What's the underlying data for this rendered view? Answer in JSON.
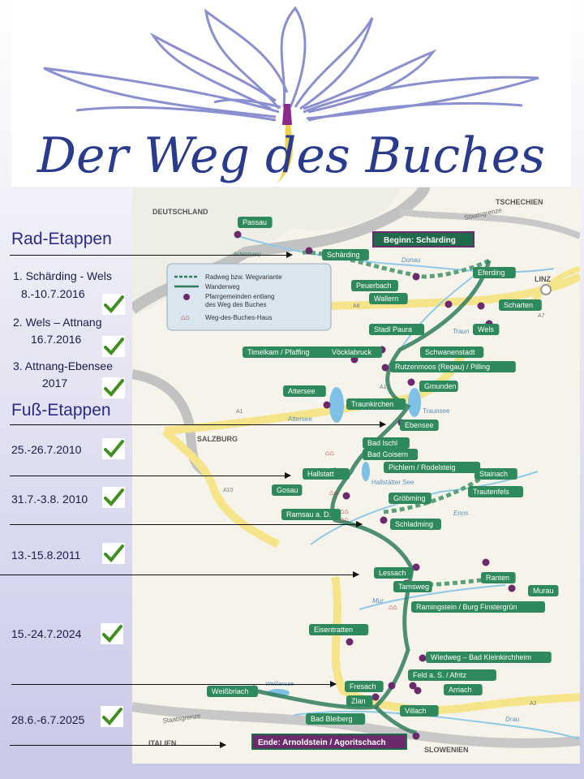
{
  "banner": {
    "title": "Der Weg des Buches"
  },
  "sidebar": {
    "rad_title": "Rad-Etappen",
    "rad_items": [
      {
        "line1": "1. Schärding - Wels",
        "line2": "8.-10.7.2016"
      },
      {
        "line1": "2. Wels – Attnang",
        "line2": "16.7.2016"
      },
      {
        "line1": "3. Attnang-Ebensee",
        "line2": "2017"
      }
    ],
    "fuss_title": "Fuß-Etappen",
    "fuss_items": [
      "25.-26.7.2010",
      "31.7.-3.8. 2010",
      "13.-15.8.2011",
      "15.-24.7.2024",
      "28.6.-6.7.2025"
    ]
  },
  "map": {
    "countries": [
      "DEUTSCHLAND",
      "TSCHECHIEN",
      "ITALIEN",
      "SLOWENIEN"
    ],
    "border_label": "Staatsgrenze",
    "rivers": [
      "Donau",
      "Traun",
      "Enns",
      "Mur",
      "Drau",
      "Weißensee"
    ],
    "lakes": [
      "Attersee",
      "Traunsee",
      "Hallstätter See"
    ],
    "cities": [
      "LINZ",
      "SALZBURG"
    ],
    "motorways": [
      "A8",
      "A7",
      "A1",
      "A1",
      "A10",
      "A2"
    ],
    "anfahrtsweg": "Anfahrtsweg",
    "legend": {
      "radweg": "Radweg bzw. Wegvariante",
      "wanderweg": "Wanderweg",
      "pfarrgemeinden_1": "Pfarrgemeinden entlang",
      "pfarrgemeinden_2": "des Weg des Buches",
      "haus": "Weg-des-Buches-Haus"
    },
    "start": "Beginn: Schärding",
    "end": "Ende: Arnoldstein / Agoritschach",
    "places": [
      "Passau",
      "Schärding",
      "Eferding",
      "Peuerbach",
      "Wallern",
      "Scharten",
      "Wels",
      "Stadl Paura",
      "Schwanenstadt",
      "Timelkam / Pfaffing",
      "Vöcklabruck",
      "Rutzenmoos (Regau) / Pilling",
      "Gmunden",
      "Attersee",
      "Traunkirchen",
      "Ebensee",
      "Bad Ischl",
      "Bad Goisern",
      "Pichlern / Rodelsteig",
      "Hallstatt",
      "Stainach",
      "Trautenfels",
      "Gosau",
      "Gröbming",
      "Ramsau a. D.",
      "Schladming",
      "Lessach",
      "Ranten",
      "Tamsweg",
      "Murau",
      "Ramingstein / Burg Finstergrün",
      "Eisentratten",
      "Wiedweg – Bad Kleinkirchheim",
      "Feld a. S. / Afritz",
      "Fresach",
      "Arriach",
      "Weißbriach",
      "Zlan",
      "Villach",
      "Bad Bleiberg"
    ]
  },
  "colors": {
    "route_green": "#2f7d5a",
    "label_green": "#2e8a5c",
    "parish_purple": "#6b2a6b",
    "title_blue": "#2a2a8c",
    "road_yellow": "#f6e48a",
    "check_green": "#3f8f1f"
  }
}
